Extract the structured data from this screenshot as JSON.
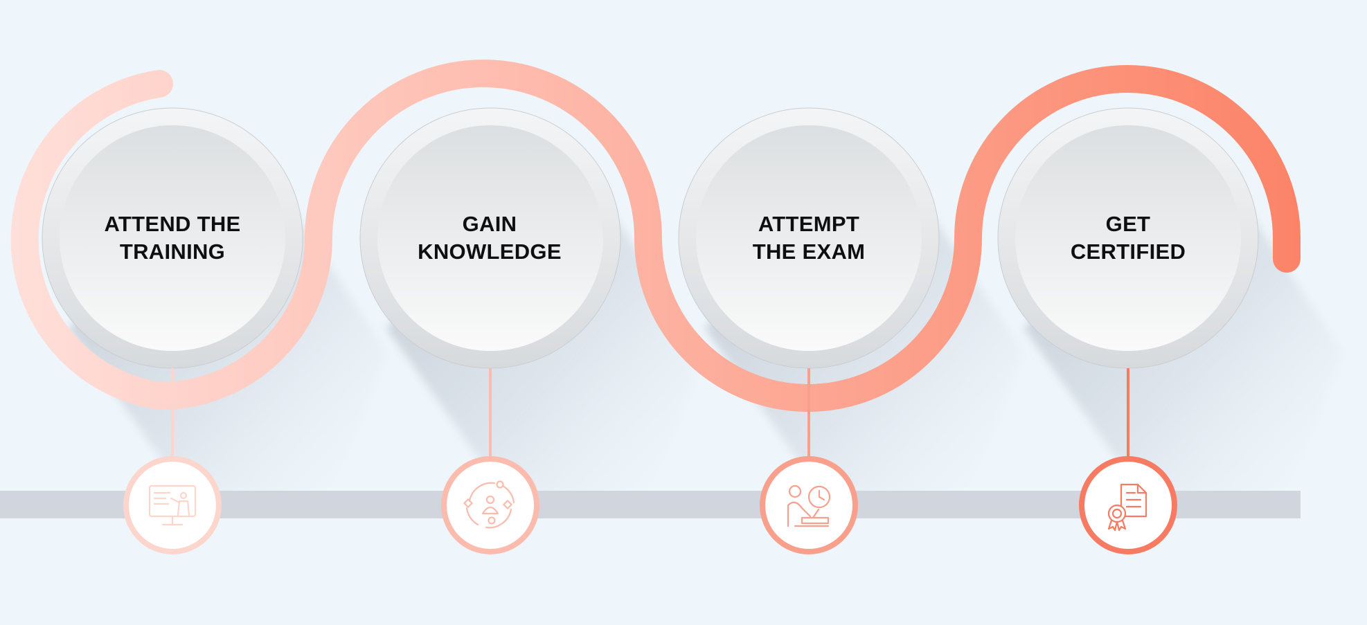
{
  "steps": [
    {
      "line1": "ATTEND THE",
      "line2": "TRAINING",
      "icon": "training-presentation-icon",
      "color": "#fcd5cc"
    },
    {
      "line1": "GAIN",
      "line2": "KNOWLEDGE",
      "icon": "knowledge-cycle-icon",
      "color": "#fbbcae"
    },
    {
      "line1": "ATTEMPT",
      "line2": "THE EXAM",
      "icon": "exam-timer-icon",
      "color": "#f9a08d"
    },
    {
      "line1": "GET",
      "line2": "CERTIFIED",
      "icon": "certificate-award-icon",
      "color": "#f67b62"
    }
  ],
  "colors": {
    "background": "#eef6fc",
    "track": "#d0d5de",
    "ribbon_start": "#ffe0db",
    "ribbon_end": "#fb7f62"
  }
}
